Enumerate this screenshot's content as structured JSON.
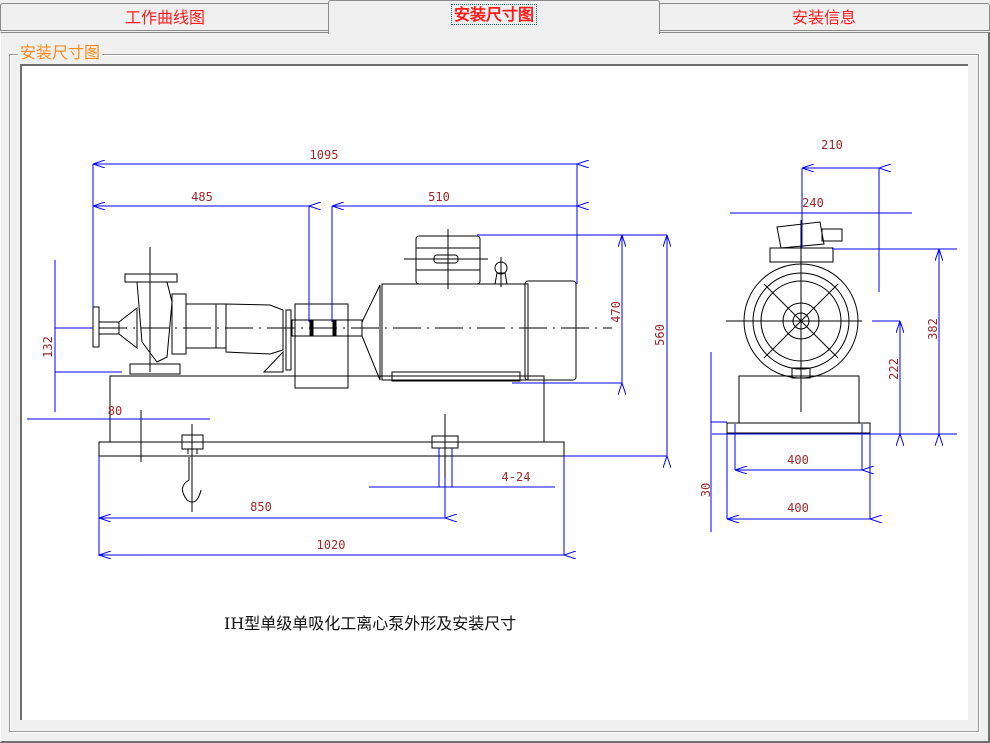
{
  "tabs": [
    {
      "label": "工作曲线图",
      "active": false
    },
    {
      "label": "安装尺寸图",
      "active": true
    },
    {
      "label": "安装信息",
      "active": false
    }
  ],
  "group_title": "安装尺寸图",
  "drawing": {
    "caption": "IH型单级单吸化工离心泵外形及安装尺寸",
    "front_view_dimensions": {
      "overall_length": "1095",
      "pump_to_coupling": "485",
      "motor_length": "510",
      "motor_height": "470",
      "total_height": "560",
      "inlet_height": "132",
      "base_edge_offset": "80",
      "foot_hole_spacing": "850",
      "base_length": "1020",
      "anchor_holes": "4-24"
    },
    "side_view_dimensions": {
      "width_top": "210",
      "outlet_offset": "240",
      "outlet_height": "382",
      "shaft_height": "222",
      "base_thickness": "30",
      "base_width_inner": "400",
      "base_width_outer": "400"
    },
    "colors": {
      "dimension_line": "#0000ff",
      "dimension_text": "#a02828",
      "outline": "#000000"
    }
  }
}
